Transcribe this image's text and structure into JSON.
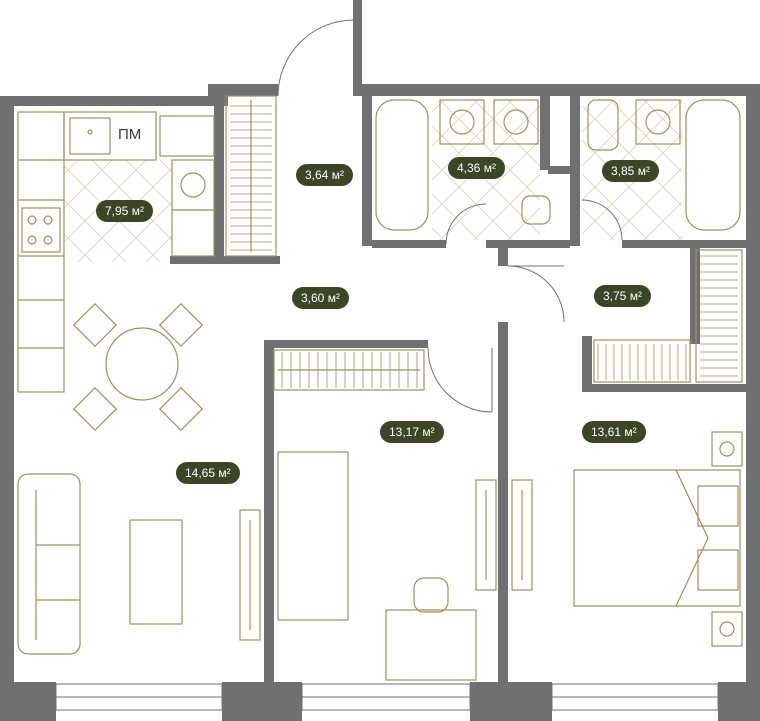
{
  "plan_label": "ПМ",
  "colors": {
    "wall": "#6f7072",
    "furniture": "#a38f5a",
    "tile": "#d9cfb0",
    "badge": "#3b4627",
    "badge_text": "#ffffff"
  },
  "rooms": [
    {
      "id": "hall",
      "area": "3,64 м²"
    },
    {
      "id": "bath-1",
      "area": "4,36 м²"
    },
    {
      "id": "bath-2",
      "area": "3,85 м²"
    },
    {
      "id": "kitchen",
      "area": "7,95 м²"
    },
    {
      "id": "corridor",
      "area": "3,60 м²"
    },
    {
      "id": "closet",
      "area": "3,75 м²"
    },
    {
      "id": "bedroom-1",
      "area": "13,17 м²"
    },
    {
      "id": "bedroom-2",
      "area": "13,61 м²"
    },
    {
      "id": "living",
      "area": "14,65 м²"
    }
  ]
}
